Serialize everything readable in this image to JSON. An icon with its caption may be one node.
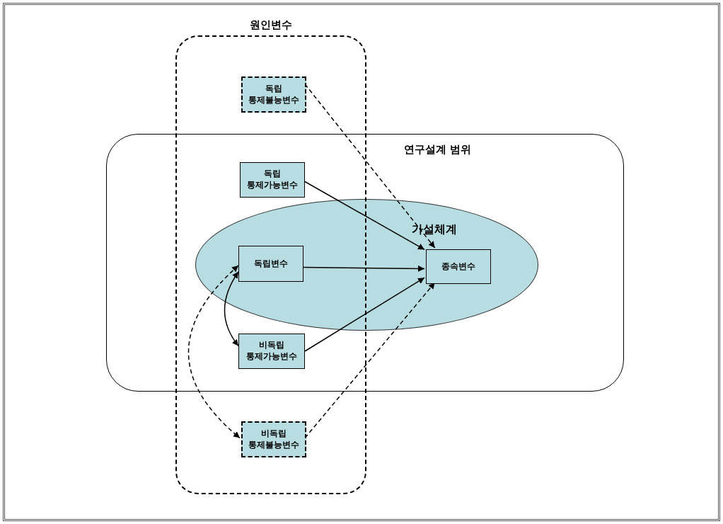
{
  "diagram": {
    "nodes": [
      {
        "text": [
          "원인변수"
        ]
      },
      {
        "text": [
          "독립 통제불능변수"
        ],
        "in": 0
      },
      {
        "text": [
          "연구설계 범위"
        ]
      },
      {
        "text": [
          "독립 통제가능변수"
        ]
      },
      {
        "text": [
          "가설체계"
        ],
        "in": 2
      },
      {
        "text": [
          "독립변수"
        ]
      },
      {
        "text": [
          "종속변수"
        ],
        "in": 4
      },
      {
        "text": [
          "비독립 통제가능변수"
        ]
      },
      {
        "text": [
          "비독립 통제불능변수"
        ],
        "in": 0
      }
    ],
    "edges": [
      {
        "from": 1,
        "to": 6,
        "arrow": "to",
        "style": "dashed"
      },
      {
        "from": 3,
        "to": 6,
        "arrow": "to"
      },
      {
        "from": 5,
        "to": 6,
        "arrow": "to"
      },
      {
        "from": 5,
        "to": 7,
        "arrow": "both"
      },
      {
        "from": 7,
        "to": 6,
        "arrow": "to"
      },
      {
        "from": 5,
        "to": 8,
        "arrow": "both",
        "style": "dashed"
      },
      {
        "from": 8,
        "to": 6,
        "arrow": "to",
        "style": "dashed"
      }
    ]
  }
}
